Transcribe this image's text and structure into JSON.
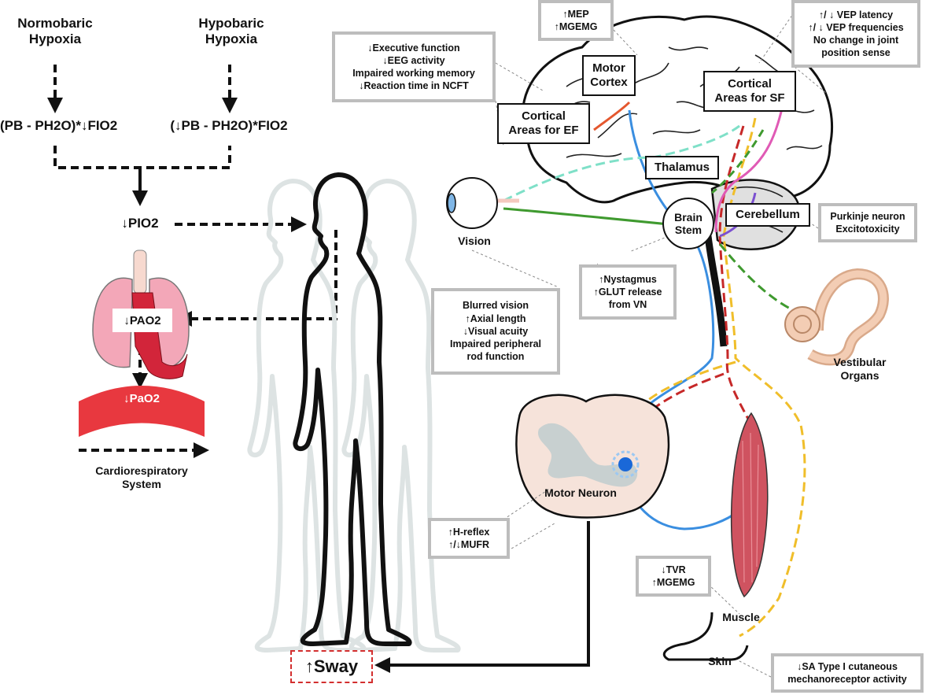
{
  "hypoxia": {
    "normobaric_1": "Normobaric",
    "normobaric_2": "Hypoxia",
    "hypobaric_1": "Hypobaric",
    "hypobaric_2": "Hypoxia",
    "formula_left": "(PB - PH2O)*↓FIO2",
    "formula_right": "(↓PB - PH2O)*FIO2",
    "pio2": "↓PIO2"
  },
  "cardio": {
    "pao2_alveolar": "↓PAO2",
    "pao2_arterial": "↓PaO2",
    "label_1": "Cardiorespiratory",
    "label_2": "System"
  },
  "brain": {
    "motor_cortex_1": "Motor",
    "motor_cortex_2": "Cortex",
    "cortical_ef_1": "Cortical",
    "cortical_ef_2": "Areas for EF",
    "cortical_sf_1": "Cortical",
    "cortical_sf_2": "Areas for SF",
    "thalamus": "Thalamus",
    "cerebellum": "Cerebellum",
    "brain_stem_1": "Brain",
    "brain_stem_2": "Stem"
  },
  "labels": {
    "vision": "Vision",
    "vestibular_1": "Vestibular",
    "vestibular_2": "Organs",
    "motor_neuron": "Motor Neuron",
    "muscle": "Muscle",
    "skin": "Skin",
    "sway": "↑Sway"
  },
  "notes": {
    "ef": [
      "↓Executive function",
      "↓EEG activity",
      "Impaired working memory",
      "↓Reaction time in NCFT"
    ],
    "mep": [
      "↑MEP",
      "↑MGEMG"
    ],
    "vep": [
      "↑/ ↓ VEP latency",
      "↑/ ↓ VEP frequencies",
      "No change in joint",
      "position sense"
    ],
    "purkinje": [
      "Purkinje neuron",
      "Excitotoxicity"
    ],
    "nystagmus": [
      "↑Nystagmus",
      "↑GLUT release",
      "from VN"
    ],
    "vision": [
      "Blurred vision",
      "↑Axial length",
      "↓Visual acuity",
      "Impaired peripheral",
      "rod function"
    ],
    "hreflex": [
      "↑H-reflex",
      "↑/↓MUFR"
    ],
    "tvr": [
      "↓TVR",
      "↑MGEMG"
    ],
    "sa": [
      "↓SA Type I cutaneous",
      "mechanoreceptor activity"
    ]
  },
  "colors": {
    "arrow": "#111111",
    "lung": "#f3a7b8",
    "lung_dark": "#d2253a",
    "artery": "#e8383f",
    "brain_tissue": "#ffffff",
    "spinal_cord": "#f6e3da",
    "grey_matter": "#c8d0d0",
    "path_blue": "#3a8ee0",
    "path_yellow": "#f0be2a",
    "path_red": "#c62828",
    "path_green": "#3f9a2f",
    "path_teal": "#7fe0c8",
    "path_magenta": "#e05ab5",
    "path_purple": "#7b4fd0",
    "muscle": "#cf5360",
    "vestibular": "#f3cdb4",
    "silhouette_ghost": "#dde3e3",
    "note_border": "#bdbdbd",
    "sway_border": "#d32f2f"
  }
}
